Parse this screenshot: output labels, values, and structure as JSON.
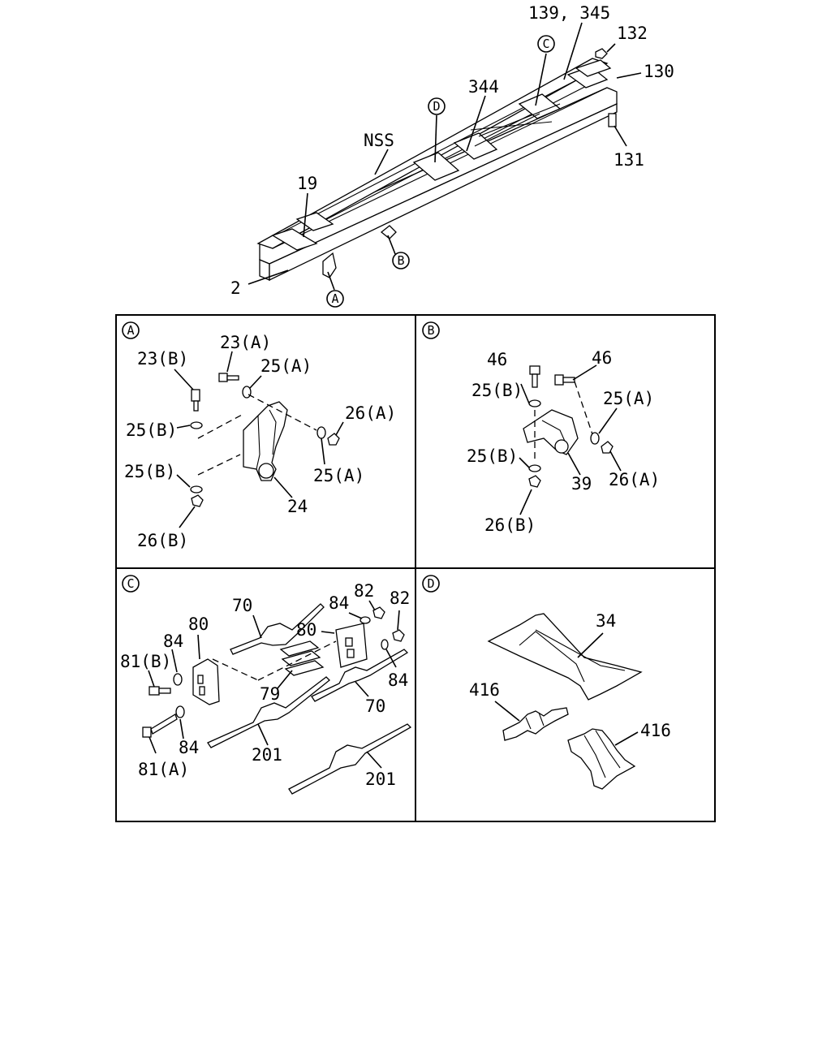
{
  "overview": {
    "labels": {
      "l139_345": "139, 345",
      "l132": "132",
      "l130": "130",
      "l344": "344",
      "lNSS": "NSS",
      "l131": "131",
      "l19": "19",
      "l2": "2"
    },
    "callouts": {
      "c": "C",
      "d": "D",
      "b": "B",
      "a": "A"
    }
  },
  "panels": {
    "a": {
      "id": "A",
      "labels": {
        "l23b": "23(B)",
        "l23a": "23(A)",
        "l25a_top": "25(A)",
        "l25b_top": "25(B)",
        "l26a": "26(A)",
        "l25b_bot": "25(B)",
        "l25a_bot": "25(A)",
        "l24": "24",
        "l26b": "26(B)"
      }
    },
    "b": {
      "id": "B",
      "labels": {
        "l46_left": "46",
        "l46_right": "46",
        "l25b_top": "25(B)",
        "l25a": "25(A)",
        "l25b_bot": "25(B)",
        "l39": "39",
        "l26a": "26(A)",
        "l26b": "26(B)"
      }
    },
    "c": {
      "id": "C",
      "labels": {
        "l70_top": "70",
        "l82_left": "82",
        "l82_right": "82",
        "l84_top": "84",
        "l80_right": "80",
        "l84_left": "84",
        "l80_left": "80",
        "l81b": "81(B)",
        "l84_right": "84",
        "l79": "79",
        "l70_bot": "70",
        "l84_bot": "84",
        "l201_left": "201",
        "l81a": "81(A)",
        "l201_right": "201"
      }
    },
    "d": {
      "id": "D",
      "labels": {
        "l34": "34",
        "l416_left": "416",
        "l416_right": "416"
      }
    }
  }
}
